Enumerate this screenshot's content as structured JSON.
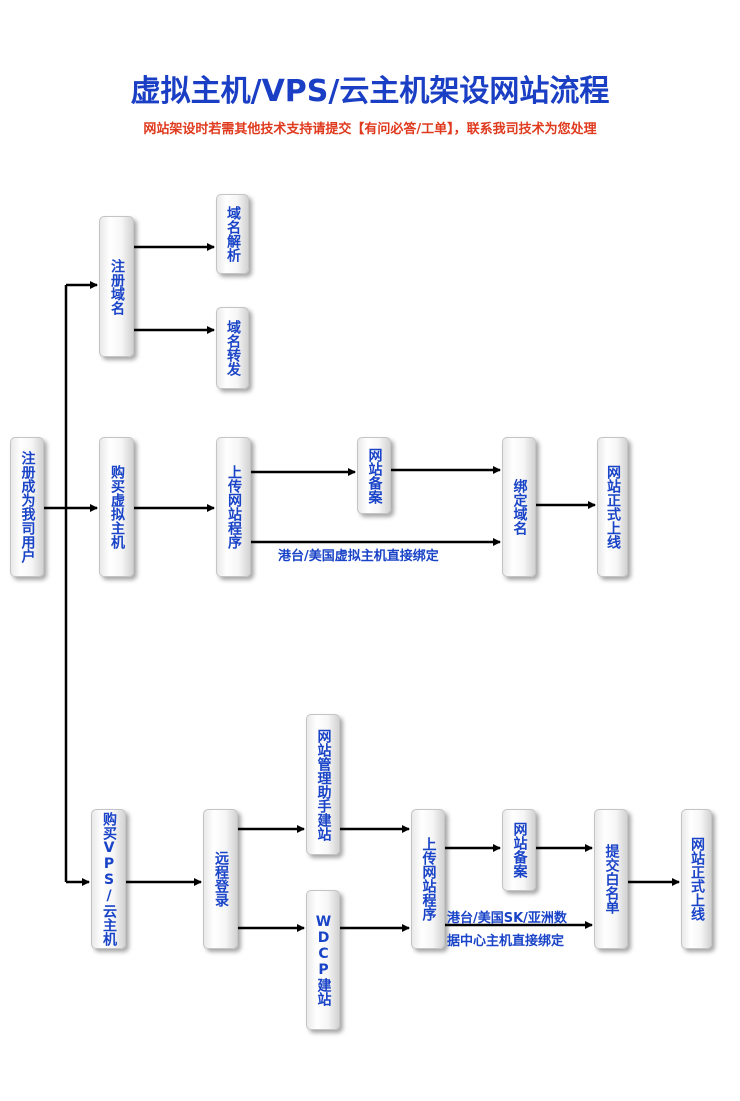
{
  "header": {
    "title": "虚拟主机/VPS/云主机架设网站流程",
    "subtitle": "网站架设时若需其他技术支持请提交【有问必答/工单】，联系我司技术为您处理"
  },
  "nodes": {
    "register_user": "注册成为我司用户",
    "register_domain": "注册域名",
    "domain_resolve": "域名解析",
    "domain_forward": "域名转发",
    "buy_vhost": "购买虚拟主机",
    "upload_site_1": "上传网站程序",
    "site_filing_1": "网站备案",
    "bind_domain": "绑定域名",
    "site_online_1": "网站正式上线",
    "buy_vps": "购买VPS/云主机",
    "remote_login": "远程登录",
    "mgmt_helper": "网站管理助手建站",
    "wdcp": "WDCP建站",
    "upload_site_2": "上传网站程序",
    "site_filing_2": "网站备案",
    "whitelist": "提交白名单",
    "site_online_2": "网站正式上线"
  },
  "notes": {
    "hk_us_vhost": "港台/美国虚拟主机直接绑定",
    "hk_dc_line1": "港台/美国SK/亚洲数",
    "hk_dc_line2": "据中心主机直接绑定"
  },
  "colors": {
    "title": "#1a3fc4",
    "subtitle": "#e03a1e",
    "node_text": "#1a44c8",
    "line": "#000000"
  }
}
